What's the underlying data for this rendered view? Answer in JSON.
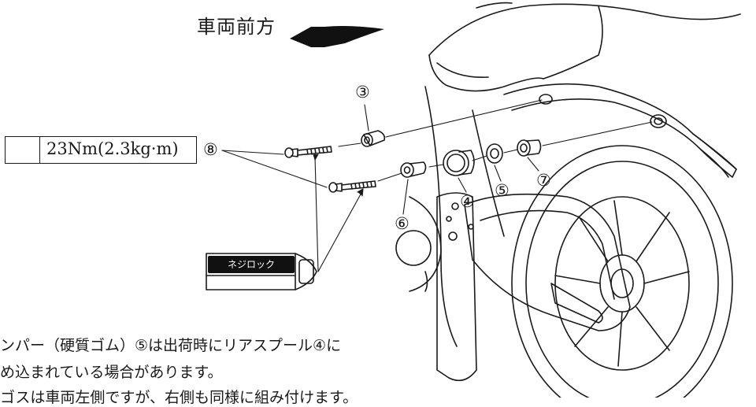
{
  "direction_label": "車両前方",
  "torque": {
    "icon": "torque-wrench-icon",
    "value": "23Nm(2.3kg·m)"
  },
  "callouts": {
    "n3": "③",
    "n4": "④",
    "n5": "⑤",
    "n6": "⑥",
    "n7": "⑦",
    "n8": "⑧"
  },
  "thread_locker_label": "ネジロック",
  "notes": [
    "ンパー（硬質ゴム）⑤は出荷時にリアスプール④に",
    "め込まれている場合があります。",
    "ゴスは車両左側ですが、右側も同様に組み付けます。"
  ]
}
